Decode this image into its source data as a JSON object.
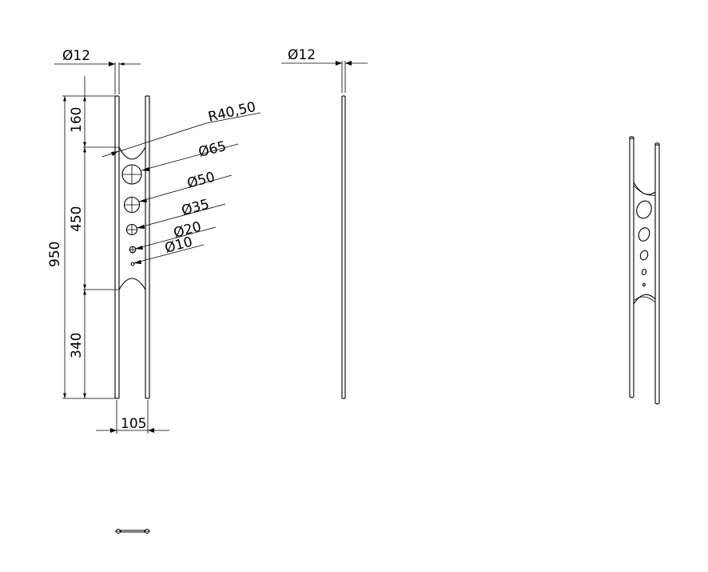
{
  "drawing": {
    "front_view": {
      "diameter_top": "Ø12",
      "radius_label": "R40,50",
      "hole_labels": [
        "Ø65",
        "Ø50",
        "Ø35",
        "Ø20",
        "Ø10"
      ],
      "overall_height": "950",
      "top_segment": "160",
      "middle_segment": "450",
      "bottom_segment": "340",
      "width": "105"
    },
    "side_view": {
      "diameter_top": "Ø12"
    },
    "colors": {
      "line": "#000000",
      "background": "#ffffff"
    }
  }
}
